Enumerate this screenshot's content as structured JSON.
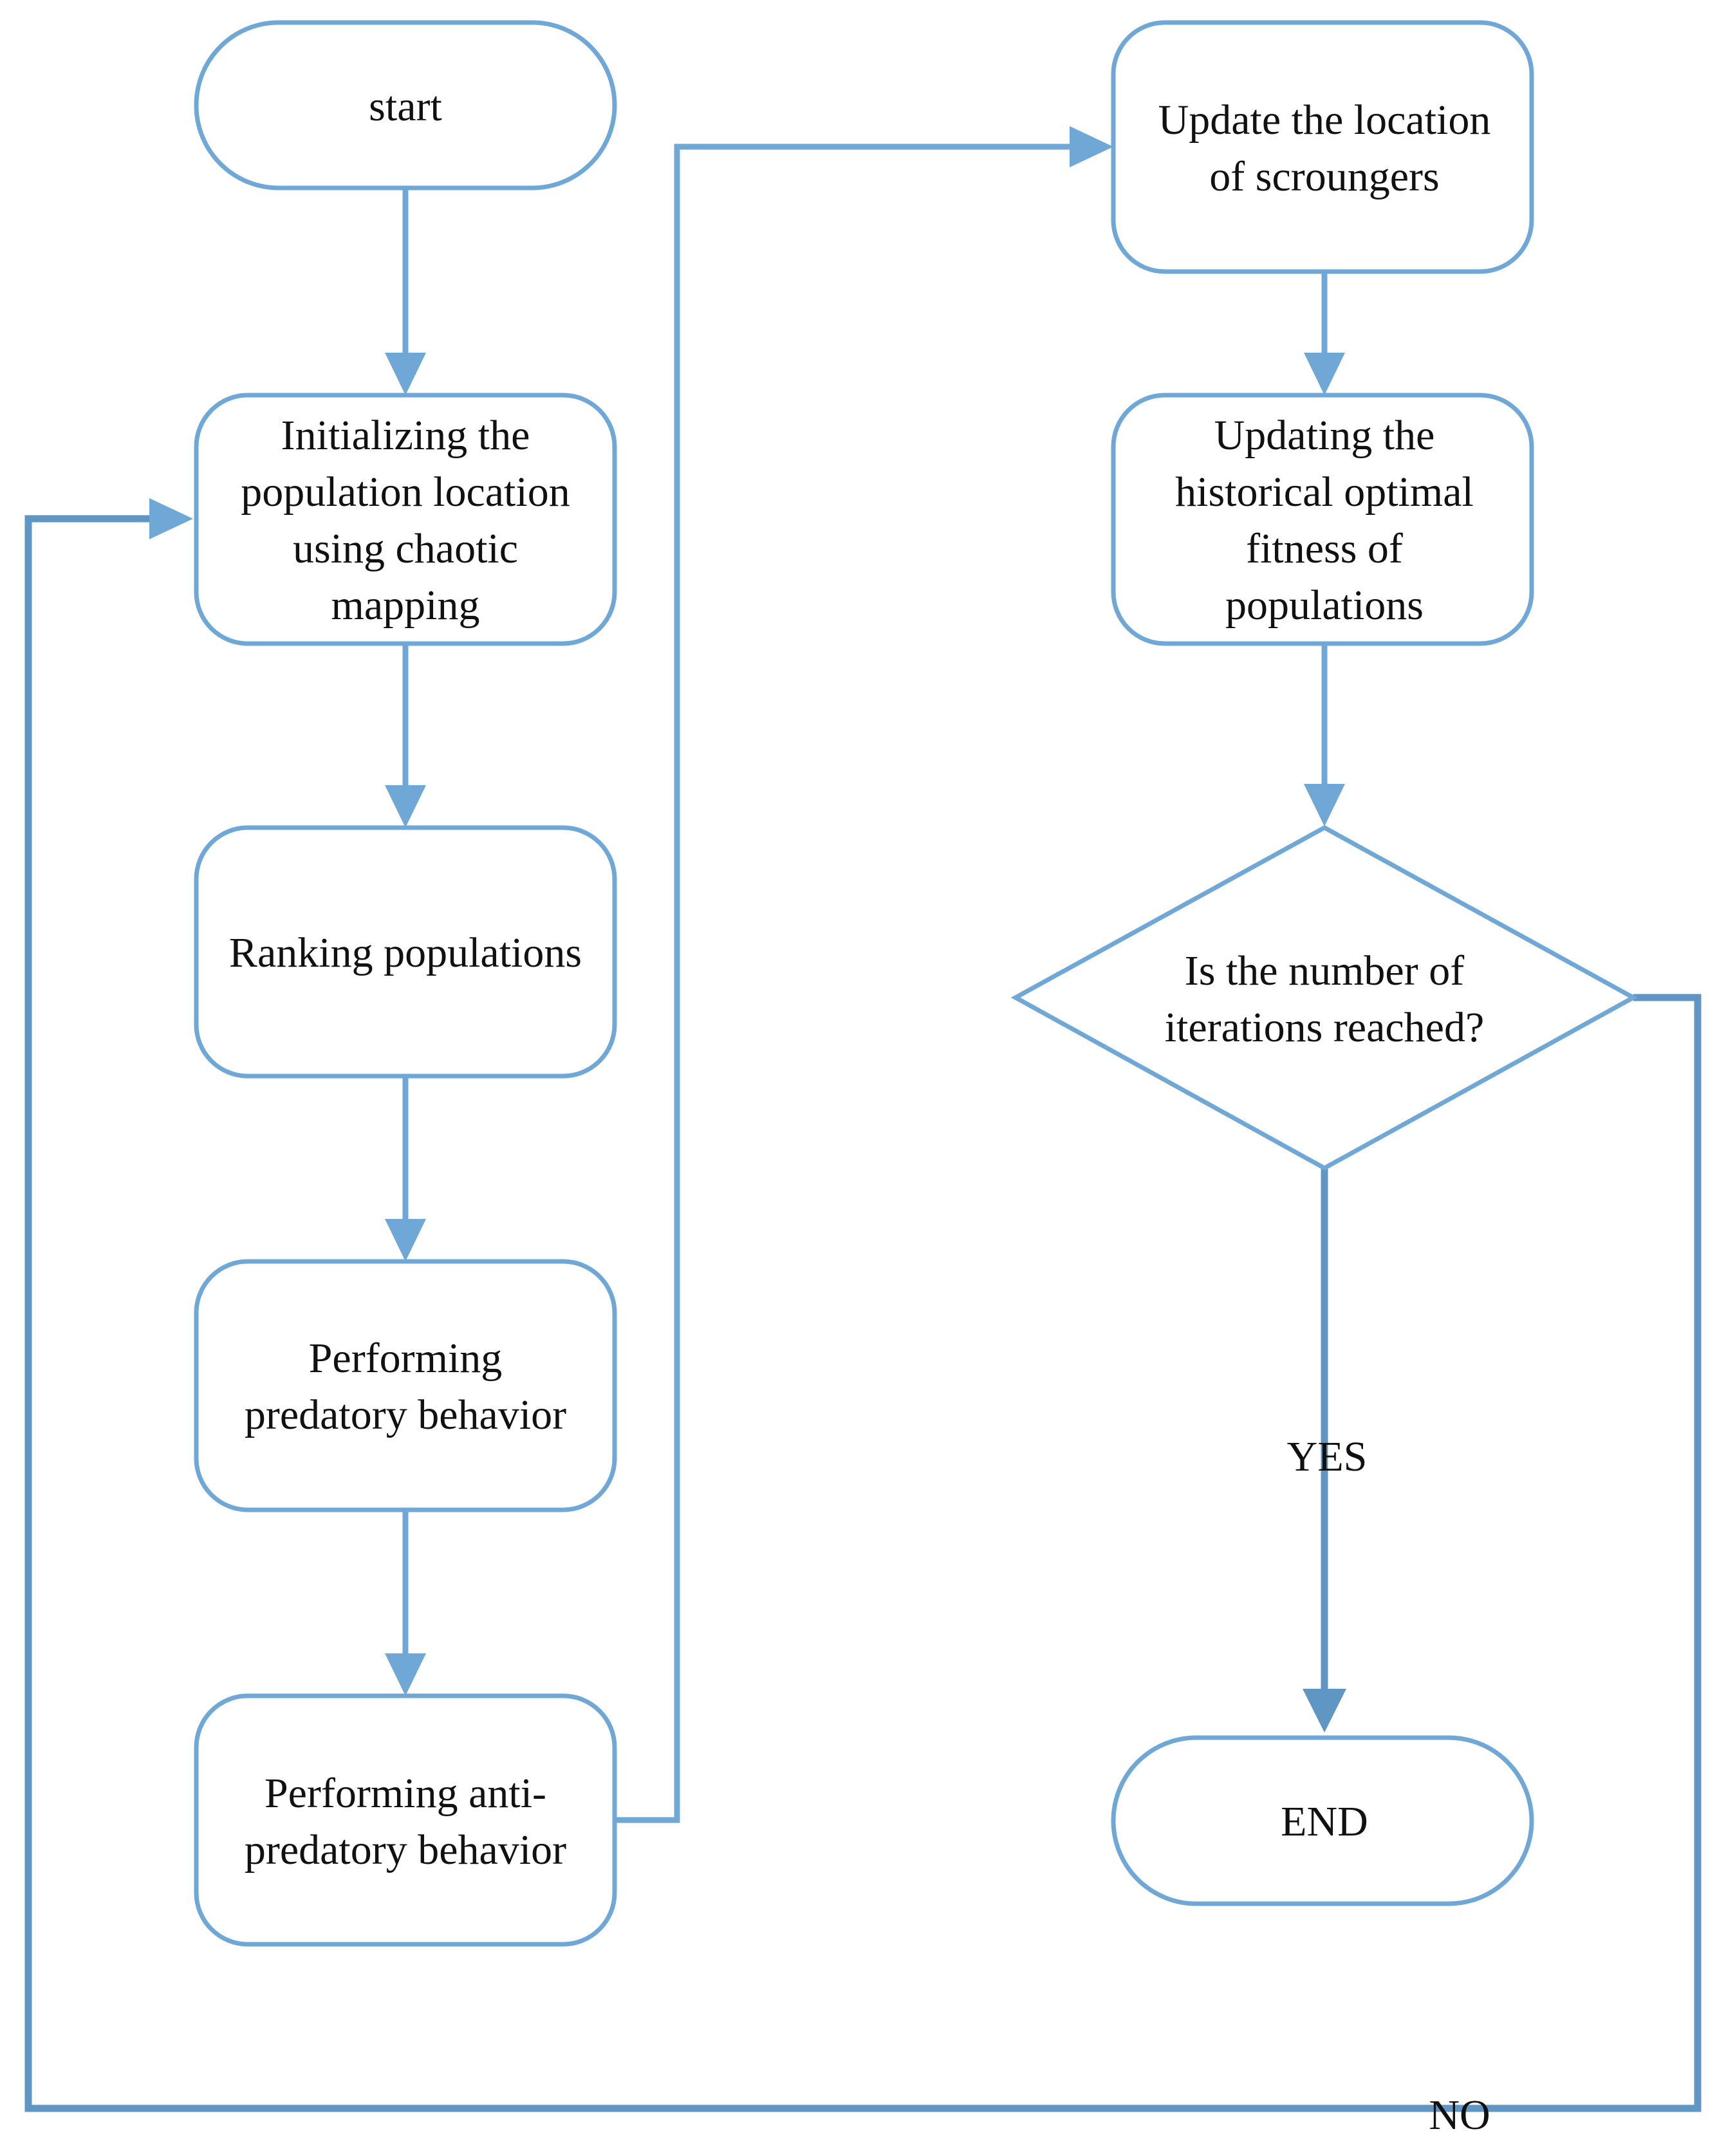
{
  "nodes": {
    "start": {
      "lines": [
        "start"
      ]
    },
    "init": {
      "lines": [
        "Initializing the",
        "population location",
        "using chaotic",
        "mapping"
      ]
    },
    "rank": {
      "lines": [
        "Ranking populations"
      ]
    },
    "predatory": {
      "lines": [
        "Performing",
        "predatory behavior"
      ]
    },
    "anti_predatory": {
      "lines": [
        "Performing anti-",
        "predatory behavior"
      ]
    },
    "update_scroungers": {
      "lines": [
        "Update the location",
        "of scroungers"
      ]
    },
    "update_fitness": {
      "lines": [
        "Updating the",
        "historical optimal",
        "fitness of",
        "populations"
      ]
    },
    "decision": {
      "lines": [
        "Is the number of",
        "iterations reached?"
      ]
    },
    "end": {
      "lines": [
        "END"
      ]
    }
  },
  "edge_labels": {
    "yes": "YES",
    "no": "NO"
  },
  "colors": {
    "stroke": "#6fa8d6",
    "stroke_dark": "#5f96c4",
    "text": "#111111"
  }
}
